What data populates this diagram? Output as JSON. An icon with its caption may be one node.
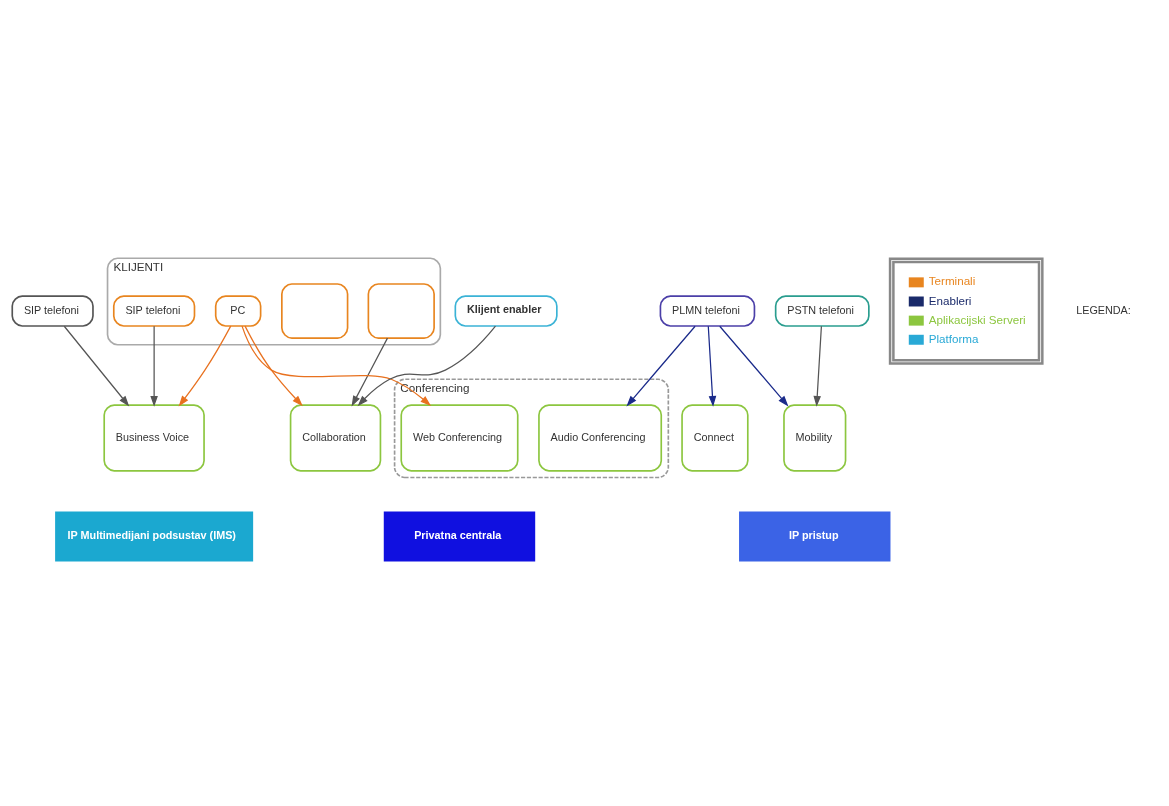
{
  "diagram": {
    "nodes": [
      {
        "text": [
          "SIP telefoni"
        ]
      },
      {
        "text": [
          "KLIJENTI"
        ]
      },
      {
        "text": [
          "SIP telefoni"
        ],
        "in": 1
      },
      {
        "text": [],
        "shape": "box",
        "in": 1
      },
      {
        "text": [],
        "shape": "box",
        "in": 1
      },
      {
        "text": [
          "PC"
        ],
        "in": 1
      },
      {
        "text": [
          "PSTN telefoni"
        ]
      },
      {
        "text": [
          "PLMN telefoni"
        ]
      },
      {
        "text": [
          "Klijent enabler"
        ]
      },
      {
        "text": [
          "Business Voice"
        ]
      },
      {
        "text": [
          "Collaboration"
        ]
      },
      {
        "text": [
          "Mobility"
        ]
      },
      {
        "text": [
          "Conferencing"
        ]
      },
      {
        "text": [
          "Audio Conferencing"
        ],
        "in": 12
      },
      {
        "text": [
          "Web Conferencing"
        ],
        "in": 12
      },
      {
        "text": [
          "Connect"
        ]
      },
      {
        "text": [
          "IP Multimedijani podsustav (IMS)"
        ]
      },
      {
        "text": [
          "IP pristup"
        ]
      },
      {
        "text": [
          "Privatna centrala"
        ]
      }
    ],
    "edges": [
      {
        "from": 0,
        "to": 9,
        "arrow": "to"
      },
      {
        "from": 2,
        "to": 9,
        "arrow": "to"
      },
      {
        "from": 8,
        "to": 10,
        "arrow": "to"
      },
      {
        "from": 4,
        "to": 10,
        "arrow": "to"
      },
      {
        "from": 5,
        "to": 9,
        "arrow": "to",
        "color": "#e8711f"
      },
      {
        "from": 5,
        "to": 10,
        "arrow": "to",
        "color": "#e8711f"
      },
      {
        "from": 5,
        "to": 14,
        "arrow": "to",
        "color": "#e8711f"
      },
      {
        "from": 6,
        "to": 11,
        "arrow": "to"
      },
      {
        "from": 7,
        "to": 11,
        "arrow": "to",
        "color": "#1a2a8a"
      },
      {
        "from": 7,
        "to": 13,
        "arrow": "to",
        "color": "#1a2a8a"
      },
      {
        "from": 7,
        "to": 15,
        "arrow": "to",
        "color": "#1a2a8a"
      }
    ],
    "labels": [
      "LEGENDA:"
    ],
    "legend": [
      {
        "text": "Terminali",
        "color": "#e8851f"
      },
      {
        "text": "Enableri",
        "color": "#1a2a6a"
      },
      {
        "text": "Aplikacijski Serveri",
        "color": "#8cc63f"
      },
      {
        "text": "Platforma",
        "color": "#29a9d6"
      }
    ]
  }
}
